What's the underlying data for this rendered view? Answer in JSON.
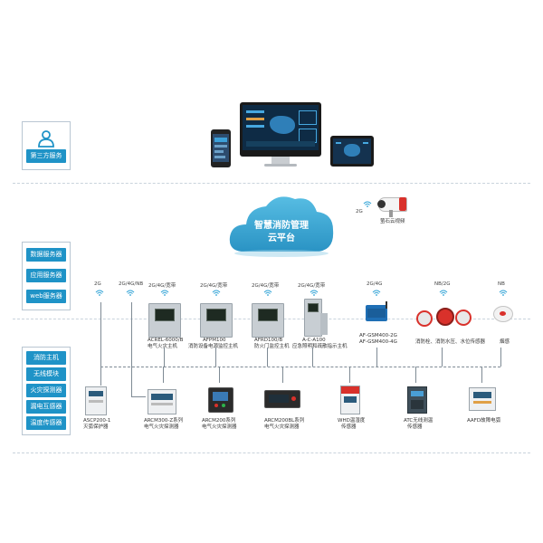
{
  "third_party": {
    "label": "第三方服务"
  },
  "cloud": {
    "line1": "智慧消防管理",
    "line2": "云平台"
  },
  "camera": {
    "tag": "2G",
    "label": "萤石云视频"
  },
  "services": [
    "数据服务器",
    "应用服务器",
    "web服务器"
  ],
  "device_types": [
    "消防主机",
    "无线模块",
    "火灾探测器",
    "漏电互感器",
    "温度传感器"
  ],
  "top_devices": [
    {
      "tag": "2G",
      "label1": "",
      "label2": ""
    },
    {
      "tag": "2G/4G/NB",
      "label1": "",
      "label2": ""
    },
    {
      "tag": "2G/4G/宽带",
      "label1": "ACREL-6000/B",
      "label2": "电气火灾主机"
    },
    {
      "tag": "2G/4G/宽带",
      "label1": "AFPM100",
      "label2": "消防设备电源监控主机"
    },
    {
      "tag": "2G/4G/宽带",
      "label1": "AFRD100/B",
      "label2": "防火门监控主机"
    },
    {
      "tag": "2G/4G/宽带",
      "label1": "A-C-A100",
      "label2": "应急照明和疏散指示主机"
    },
    {
      "tag": "2G/4G",
      "label1": "AF-GSM400-2G",
      "label2": "AF-GSM400-4G"
    },
    {
      "tag": "NB/2G",
      "label1": "消防栓、消防水压、水位传感器",
      "label2": ""
    },
    {
      "tag": "NB",
      "label1": "烟感",
      "label2": ""
    }
  ],
  "bottom_devices": [
    {
      "label1": "ASCP200-1",
      "label2": "灭弧保护器"
    },
    {
      "label1": "ARCM300-Z系列",
      "label2": "电气火灾探测器"
    },
    {
      "label1": "ARCM200系列",
      "label2": "电气火灾探测器"
    },
    {
      "label1": "ARCM200BL系列",
      "label2": "电气火灾探测器"
    },
    {
      "label1": "WHD温湿度",
      "label2": "传感器"
    },
    {
      "label1": "ATC无线测温",
      "label2": "传感器"
    },
    {
      "label1": "AAFD故障电弧",
      "label2": ""
    }
  ],
  "colors": {
    "accent": "#1f93c7",
    "cloud": "#3fa9d4",
    "red": "#d9312b"
  }
}
